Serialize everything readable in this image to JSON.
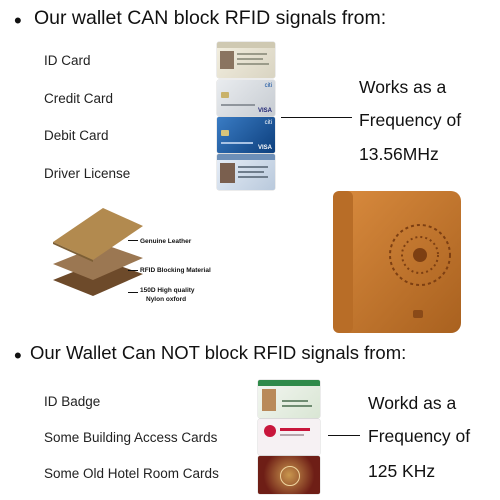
{
  "section_can": {
    "bullet": "•",
    "heading": "Our wallet CAN block RFID signals from:",
    "items": [
      "ID Card",
      "Credit Card",
      "Debit Card",
      "Driver License"
    ],
    "frequency_lines": [
      "Works as a",
      "Frequency of",
      "13.56MHz"
    ]
  },
  "layers": {
    "labels": [
      "Genuine Leather",
      "RFID Blocking Material",
      "150D High quality",
      "Nylon oxford"
    ]
  },
  "section_cannot": {
    "bullet": "•",
    "heading": "Our Wallet Can NOT block  RFID  signals from:",
    "items": [
      "ID Badge",
      "Some Building Access Cards",
      "Some Old Hotel Room Cards"
    ],
    "frequency_lines": [
      "Workd as a",
      "Frequency of",
      "125 KHz"
    ]
  },
  "card_texts": {
    "credit_card_brand": "citi",
    "credit_card_network": "VISA",
    "debit_card_brand": "citi",
    "debit_card_network": "VISA"
  }
}
